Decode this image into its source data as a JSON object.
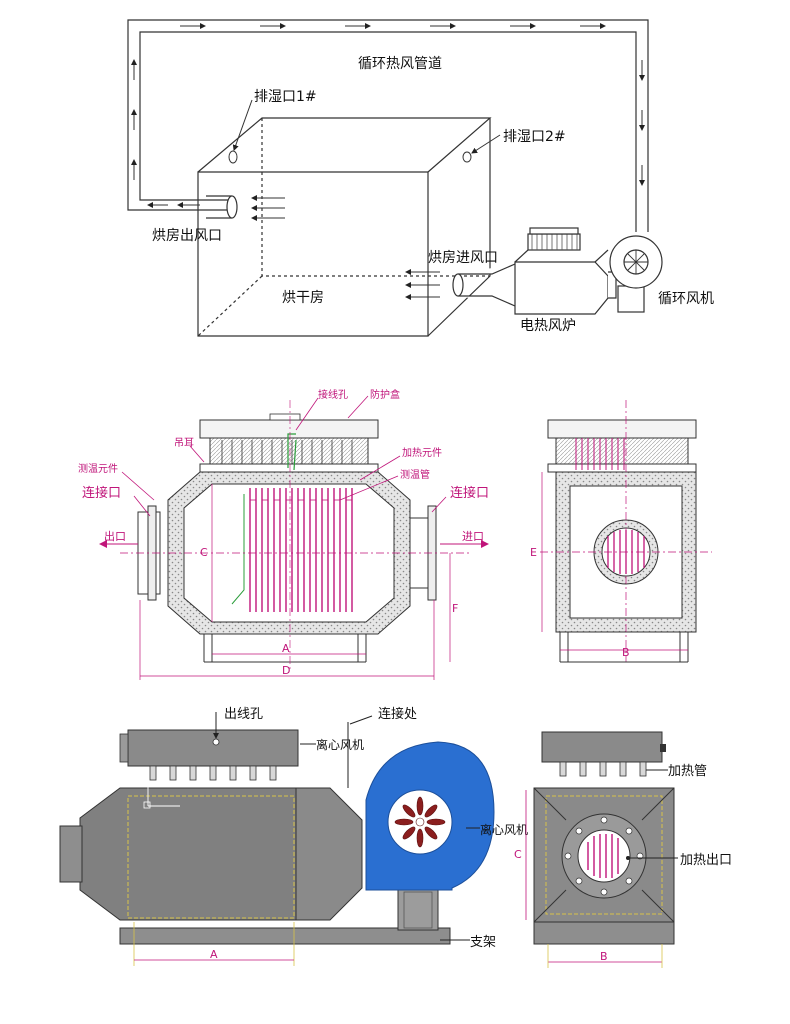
{
  "section1": {
    "duct_label": "循环热风管道",
    "exhaust1_label": "排湿口1#",
    "exhaust2_label": "排湿口2#",
    "room_outlet_label": "烘房出风口",
    "room_inlet_label": "烘房进风口",
    "room_label": "烘干房",
    "fan_label": "循环风机",
    "heater_label": "电热风炉"
  },
  "section2": {
    "wiring_hole": "接线孔",
    "protect_box": "防护盒",
    "lifting_lug": "吊耳",
    "heating_element": "加热元件",
    "temp_element": "测温元件",
    "temp_tube": "测温管",
    "connect_left": "连接口",
    "connect_right": "连接口",
    "outlet": "出口",
    "inlet": "进口",
    "dim_a": "A",
    "dim_b": "B",
    "dim_c": "C",
    "dim_d": "D",
    "dim_e": "E",
    "dim_f": "F"
  },
  "section3": {
    "cable_hole": "出线孔",
    "blower_top": "离心风机",
    "joint": "连接处",
    "blower_side": "离心风机",
    "support": "支架",
    "heating_tube": "加热管",
    "heat_outlet": "加热出口",
    "dim_a": "A",
    "dim_b": "B",
    "dim_c": "C"
  },
  "colors": {
    "line": "#222222",
    "magenta": "#c0157a",
    "blower_blue": "#2a6fd1",
    "steel": "#8a8a8a",
    "steel_dark": "#6c6c6c"
  }
}
